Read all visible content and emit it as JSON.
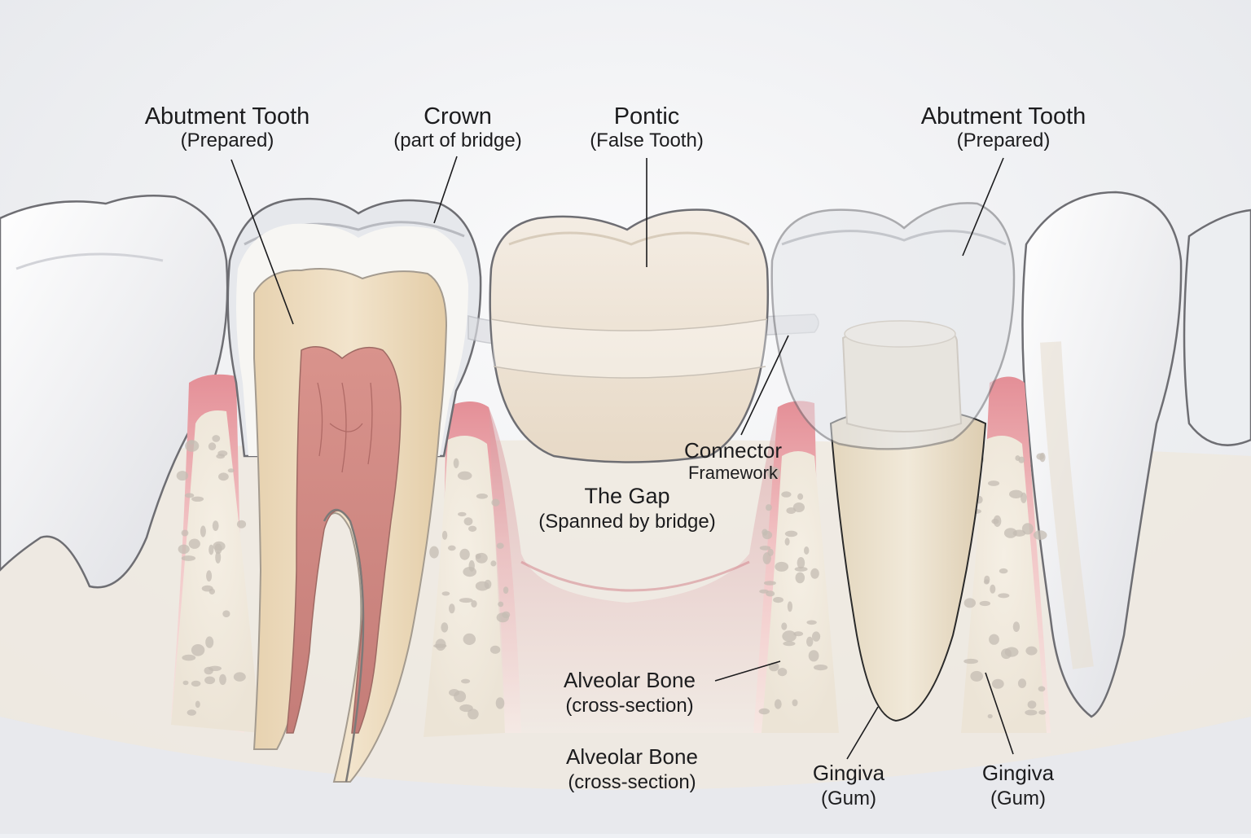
{
  "labels": {
    "abutment_left": {
      "title": "Abutment Tooth",
      "subtitle": "(Prepared)"
    },
    "crown": {
      "title": "Crown",
      "subtitle": "(part of bridge)"
    },
    "pontic": {
      "title": "Pontic",
      "subtitle": "(False Tooth)"
    },
    "abutment_right": {
      "title": "Abutment Tooth",
      "subtitle": "(Prepared)"
    },
    "connector": {
      "title": "Connector",
      "subtitle": "Framework"
    },
    "gap": {
      "title": "The Gap",
      "subtitle": "(Spanned by bridge)"
    },
    "alveolar_bone_1": {
      "title": "Alveolar Bone",
      "subtitle": "(cross-section)"
    },
    "alveolar_bone_2": {
      "title": "Alveolar Bone",
      "subtitle": "(cross-section)"
    },
    "gingiva_1": {
      "title": "Gingiva",
      "subtitle": "(Gum)"
    },
    "gingiva_2": {
      "title": "Gingiva",
      "subtitle": "(Gum)"
    }
  },
  "colors": {
    "background": "#eef0f4",
    "enamel": "#f6f6f8",
    "dentin": "#ecd9bc",
    "pulp": "#cf8d88",
    "gum": "#e9a2a8",
    "bone": "#efe6d6",
    "bone_pore": "#c4bcb3",
    "pontic": "#eee3d4",
    "crown_shell": "#dfe1e6"
  }
}
